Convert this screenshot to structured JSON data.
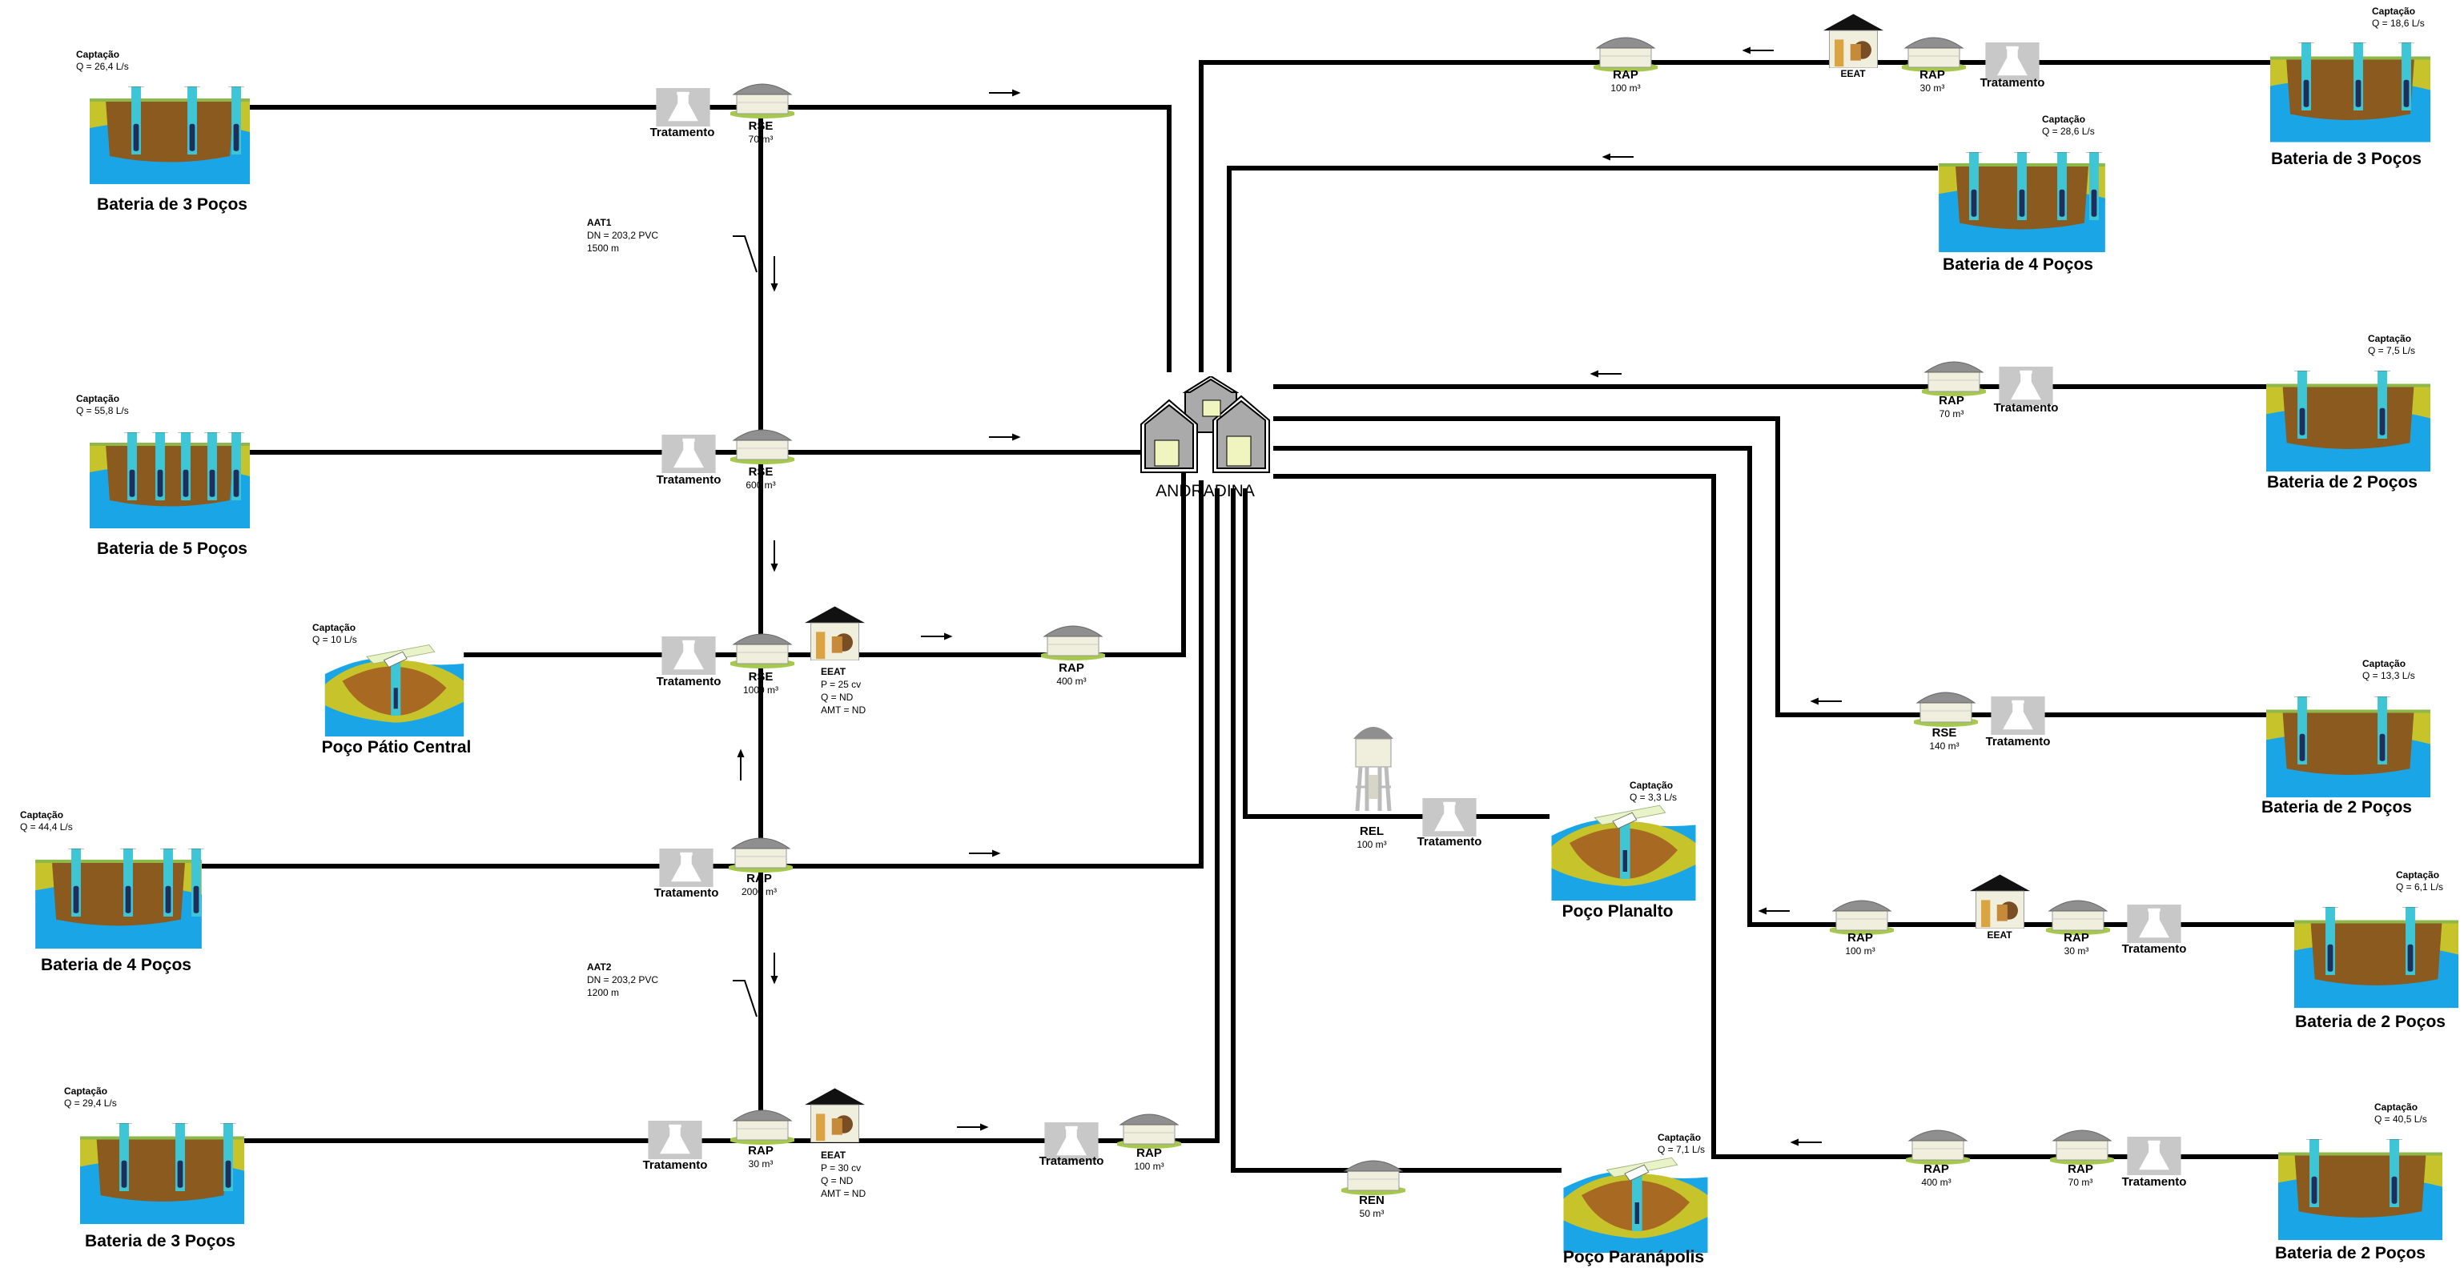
{
  "city": "ANDRADINA",
  "colors": {
    "pipe": "#000000",
    "water": "#1aa6e6",
    "soil": "#c7c32a",
    "earth": "#8b5a1e",
    "tank": "#8f8f8f",
    "treat": "#c8c8c8",
    "grass": "#a6c94d"
  },
  "captacoes": [
    {
      "id": "c1",
      "title": "Bateria de 3 Poços",
      "cap": "Captação",
      "q": "Q = 26,4 L/s",
      "kind": "battery",
      "wells": 3
    },
    {
      "id": "c2",
      "title": "Bateria de 5 Poços",
      "cap": "Captação",
      "q": "Q = 55,8 L/s",
      "kind": "battery",
      "wells": 5
    },
    {
      "id": "c3",
      "title": "Poço Pátio Central",
      "cap": "Captação",
      "q": "Q = 10 L/s",
      "kind": "well"
    },
    {
      "id": "c4",
      "title": "Bateria de 4 Poços",
      "cap": "Captação",
      "q": "Q = 44,4 L/s",
      "kind": "battery",
      "wells": 4
    },
    {
      "id": "c5",
      "title": "Bateria de 3 Poços",
      "cap": "Captação",
      "q": "Q = 29,4 L/s",
      "kind": "battery",
      "wells": 3
    },
    {
      "id": "c6",
      "title": "Bateria de 3 Poços",
      "cap": "Captação",
      "q": "Q = 18,6 L/s",
      "kind": "battery",
      "wells": 3
    },
    {
      "id": "c7",
      "title": "Bateria de 4 Poços",
      "cap": "Captação",
      "q": "Q = 28,6 L/s",
      "kind": "battery",
      "wells": 4
    },
    {
      "id": "c8",
      "title": "Bateria de 2 Poços",
      "cap": "Captação",
      "q": "Q = 7,5 L/s",
      "kind": "battery",
      "wells": 2
    },
    {
      "id": "c9",
      "title": "Bateria de 2 Poços",
      "cap": "Captação",
      "q": "Q = 13,3 L/s",
      "kind": "battery",
      "wells": 2
    },
    {
      "id": "c10",
      "title": "Poço Planalto",
      "cap": "Captação",
      "q": "Q = 3,3 L/s",
      "kind": "well"
    },
    {
      "id": "c11",
      "title": "Bateria de 2 Poços",
      "cap": "Captação",
      "q": "Q = 6,1 L/s",
      "kind": "battery",
      "wells": 2
    },
    {
      "id": "c12",
      "title": "Poço Paranápolis",
      "cap": "Captação",
      "q": "Q = 7,1 L/s",
      "kind": "well"
    },
    {
      "id": "c13",
      "title": "Bateria de 2 Poços",
      "cap": "Captação",
      "q": "Q = 40,5 L/s",
      "kind": "battery",
      "wells": 2
    }
  ],
  "treatment_label": "Tratamento",
  "tanks": [
    {
      "id": "t1",
      "name": "RSE",
      "vol": "70 m³"
    },
    {
      "id": "t2",
      "name": "RSE",
      "vol": "600 m³"
    },
    {
      "id": "t3",
      "name": "RSE",
      "vol": "1000 m³"
    },
    {
      "id": "t4",
      "name": "RAP",
      "vol": "400 m³"
    },
    {
      "id": "t5",
      "name": "RAP",
      "vol": "2000 m³"
    },
    {
      "id": "t6",
      "name": "RAP",
      "vol": "30 m³"
    },
    {
      "id": "t7",
      "name": "RAP",
      "vol": "100 m³"
    },
    {
      "id": "t8",
      "name": "RAP",
      "vol": "100 m³"
    },
    {
      "id": "t9",
      "name": "RAP",
      "vol": "30 m³"
    },
    {
      "id": "t10",
      "name": "RAP",
      "vol": "70 m³"
    },
    {
      "id": "t11",
      "name": "RSE",
      "vol": "140 m³"
    },
    {
      "id": "t12",
      "name": "RAP",
      "vol": "100 m³"
    },
    {
      "id": "t13",
      "name": "RAP",
      "vol": "30 m³"
    },
    {
      "id": "t14",
      "name": "RAP",
      "vol": "400 m³"
    },
    {
      "id": "t15",
      "name": "RAP",
      "vol": "70 m³"
    },
    {
      "id": "t16",
      "name": "REN",
      "vol": "50 m³"
    },
    {
      "id": "t17",
      "name": "REL",
      "vol": "100 m³"
    }
  ],
  "eeats": [
    {
      "id": "e1",
      "name": "EEAT",
      "lines": [
        "P = 25 cv",
        "Q = ND",
        "AMT = ND"
      ]
    },
    {
      "id": "e2",
      "name": "EEAT",
      "lines": [
        "P = 30 cv",
        "Q = ND",
        "AMT = ND"
      ]
    },
    {
      "id": "e3",
      "name": "EEAT",
      "lines": []
    },
    {
      "id": "e4",
      "name": "EEAT",
      "lines": []
    }
  ],
  "adutoras": [
    {
      "id": "a1",
      "name": "AAT1",
      "lines": [
        "DN = 203,2 PVC",
        "1500 m"
      ]
    },
    {
      "id": "a2",
      "name": "AAT2",
      "lines": [
        "DN = 203,2 PVC",
        "1200 m"
      ]
    }
  ]
}
